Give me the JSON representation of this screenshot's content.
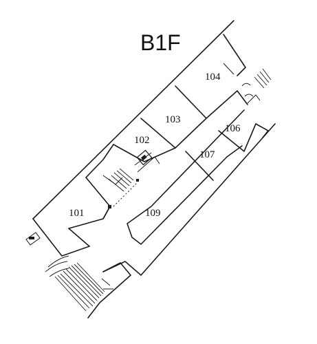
{
  "floor": {
    "title": "B1F"
  },
  "units": {
    "u101": "101",
    "u102": "102",
    "u103": "103",
    "u104": "104",
    "u106": "106",
    "u107": "107",
    "u109": "109"
  }
}
